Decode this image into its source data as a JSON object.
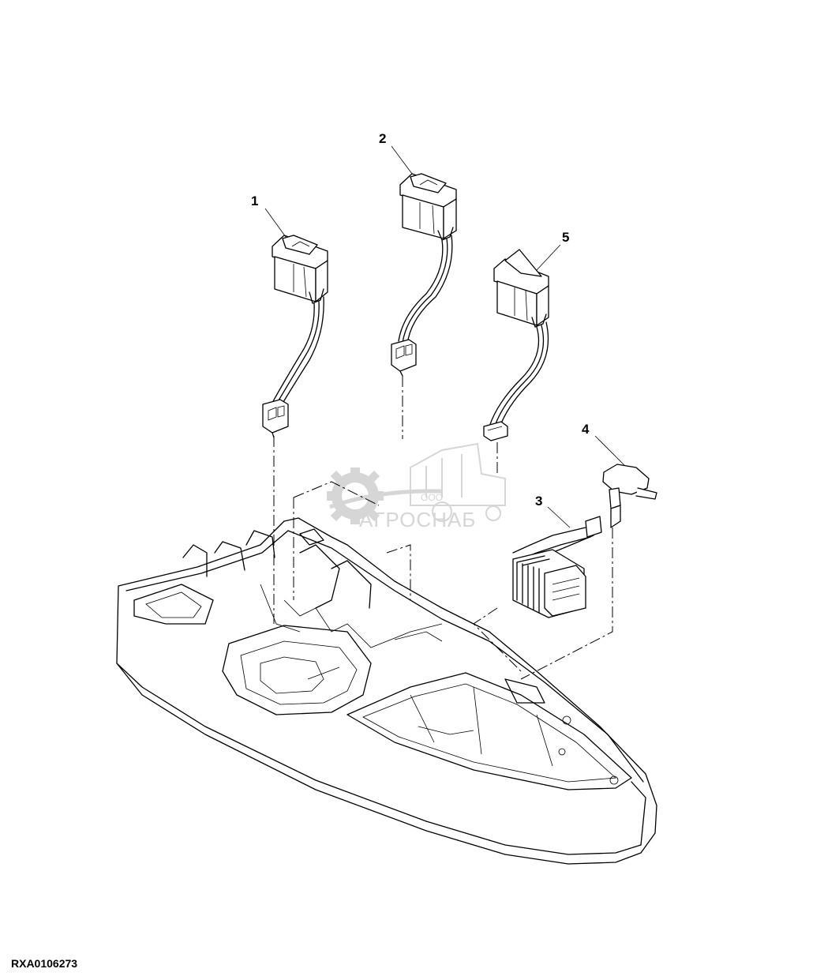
{
  "diagram": {
    "drawing_code": "RXA0106273",
    "callouts": [
      "1",
      "2",
      "3",
      "4",
      "5"
    ],
    "watermark": {
      "prefix": "ООО",
      "name": "АГРОСНАБ"
    }
  }
}
